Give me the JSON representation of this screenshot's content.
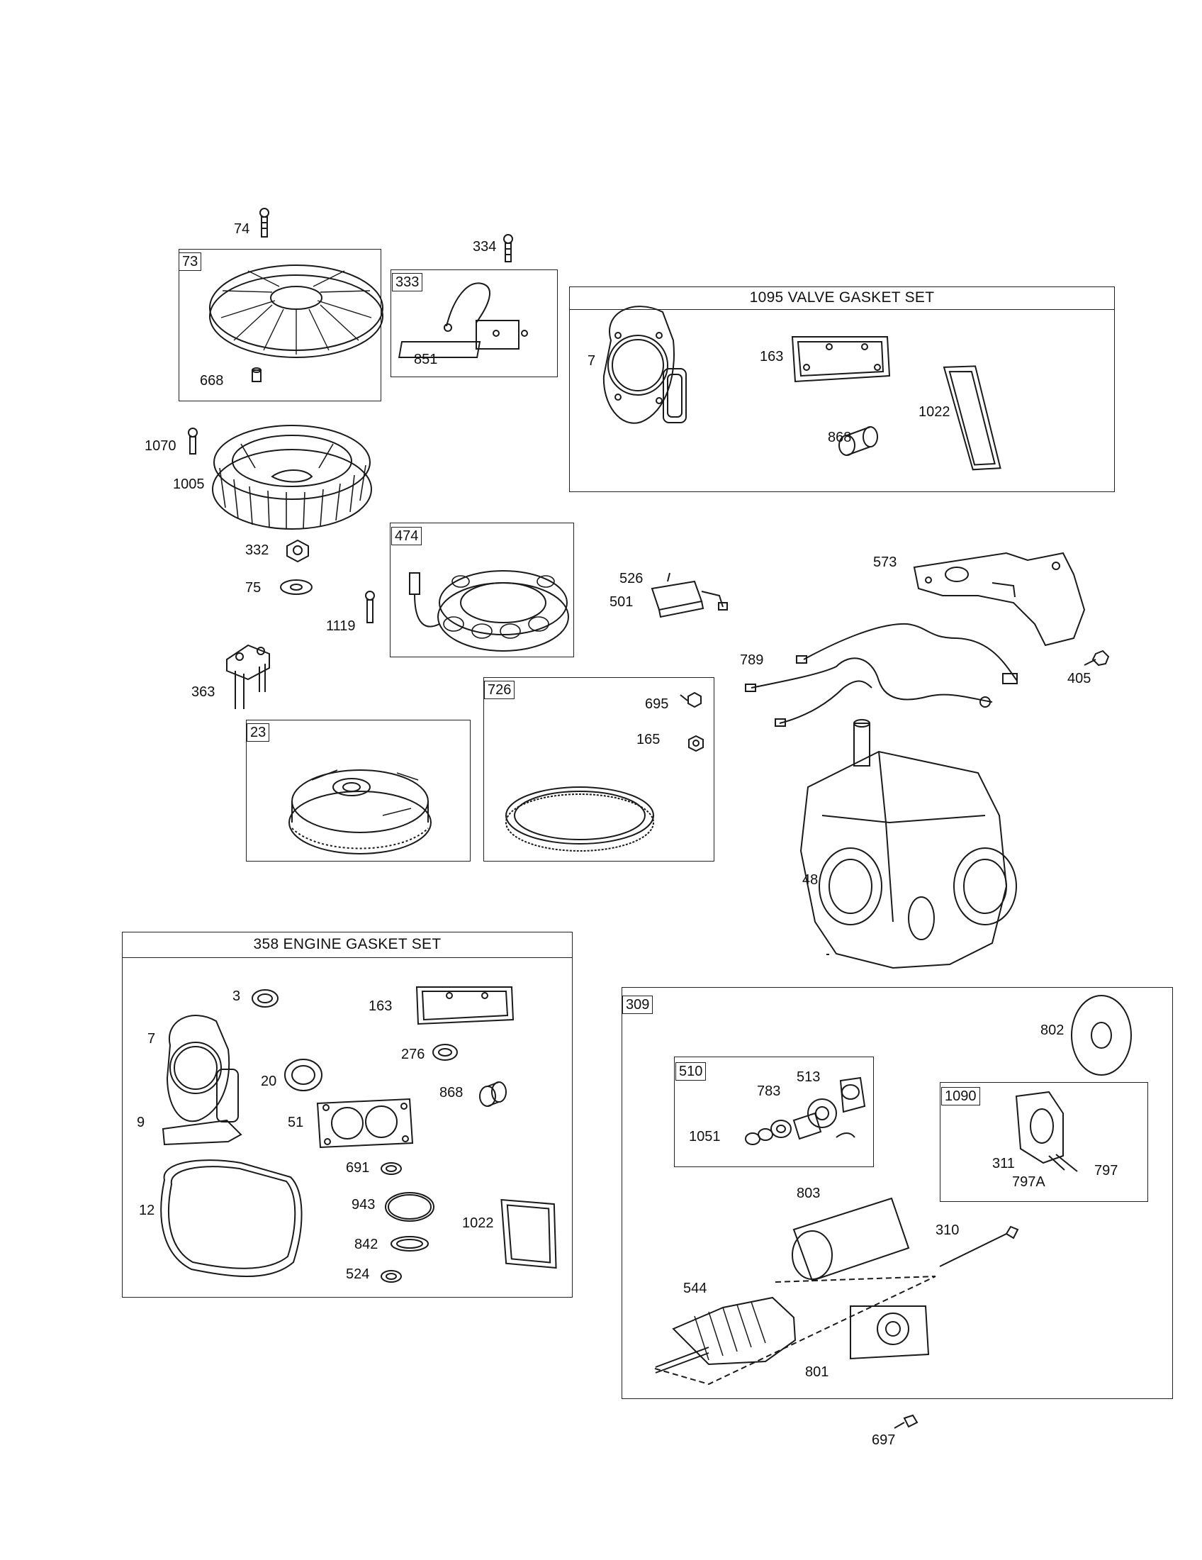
{
  "boxes": {
    "b73": "73",
    "b333": "333",
    "b474": "474",
    "b726": "726",
    "b23": "23",
    "b309": "309",
    "b510": "510",
    "b1090": "1090"
  },
  "titles": {
    "valve_gasket_set": "1095 VALVE GASKET SET",
    "engine_gasket_set": "358 ENGINE GASKET SET"
  },
  "labels": {
    "p74": "74",
    "p334": "334",
    "p668": "668",
    "p851": "851",
    "v7": "7",
    "v163": "163",
    "v1022": "1022",
    "v868": "868",
    "p1070": "1070",
    "p1005": "1005",
    "p332": "332",
    "p75": "75",
    "p1119": "1119",
    "p363": "363",
    "p526": "526",
    "p501": "501",
    "p573": "573",
    "p789": "789",
    "p405": "405",
    "p695": "695",
    "p165": "165",
    "p48": "48",
    "g3": "3",
    "g163": "163",
    "g7": "7",
    "g276": "276",
    "g20": "20",
    "g868": "868",
    "g9": "9",
    "g51": "51",
    "g691": "691",
    "g943": "943",
    "g12": "12",
    "g1022": "1022",
    "g842": "842",
    "g524": "524",
    "s802": "802",
    "s783": "783",
    "s513": "513",
    "s1051": "1051",
    "s311": "311",
    "s797a": "797A",
    "s797": "797",
    "s803": "803",
    "s310": "310",
    "s544": "544",
    "s801": "801",
    "p697": "697"
  },
  "colors": {
    "ink": "#1a1a1a",
    "paper": "#ffffff"
  }
}
